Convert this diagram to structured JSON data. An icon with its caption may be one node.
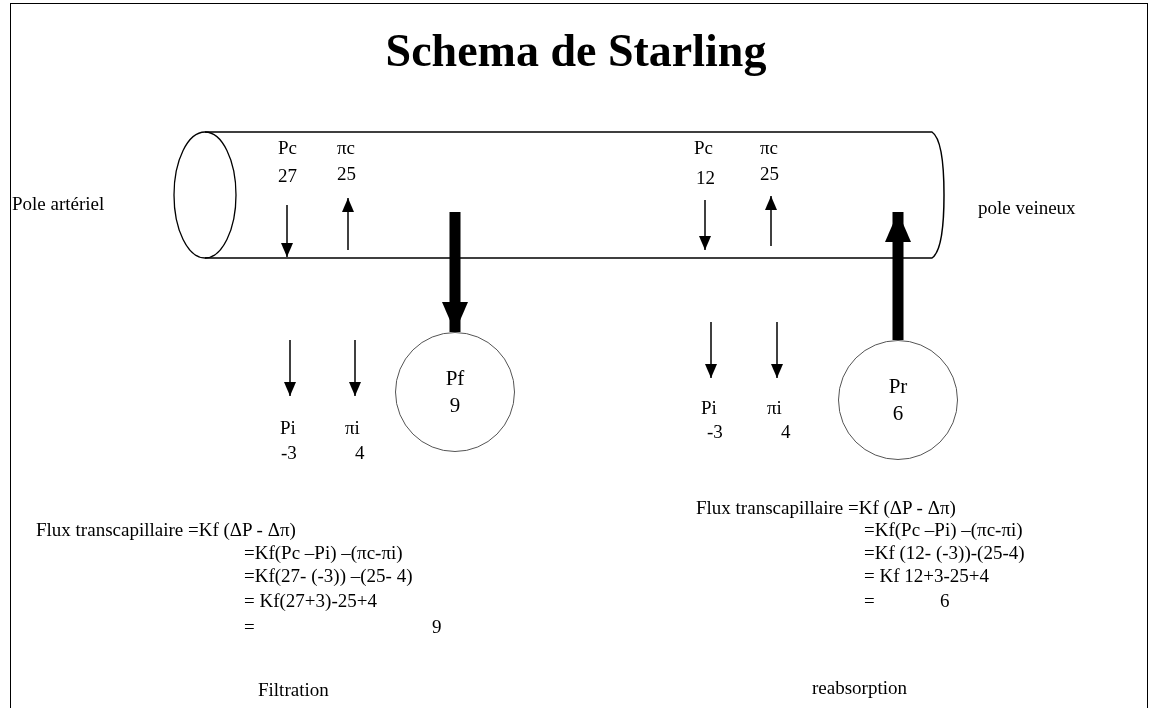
{
  "diagram": {
    "title": "Schema de Starling",
    "nodes": [
      {
        "text": [],
        "shape": "cylinder"
      },
      {
        "text": [
          "Pf",
          "9"
        ]
      },
      {
        "text": [
          "Pr",
          "6"
        ]
      }
    ],
    "edges": [
      {
        "from": 0,
        "to": 1,
        "arrow": "to"
      },
      {
        "from": 2,
        "to": 0,
        "arrow": "to"
      }
    ],
    "labels": [
      "Pole artériel",
      "Pc",
      "27",
      "πc",
      "25",
      "Pc",
      "12",
      "πc",
      "25",
      "pole veineux",
      "Pi",
      "-3",
      "πi",
      "4",
      "Pi",
      "-3",
      "πi",
      "4",
      "Flux transcapillaire =Kf (ΔP - Δπ)",
      "=Kf(Pc –Pi) –(πc-πi)",
      "=Kf(27- (-3)) –(25- 4)",
      "= Kf(27+3)-25+4",
      "=",
      "9",
      "Flux transcapillaire =Kf (ΔP - Δπ)",
      "=Kf(Pc –Pi) –(πc-πi)",
      "=Kf (12- (-3))-(25-4)",
      "= Kf 12+3-25+4",
      "=",
      "6",
      "Filtration",
      "reabsorption"
    ]
  }
}
